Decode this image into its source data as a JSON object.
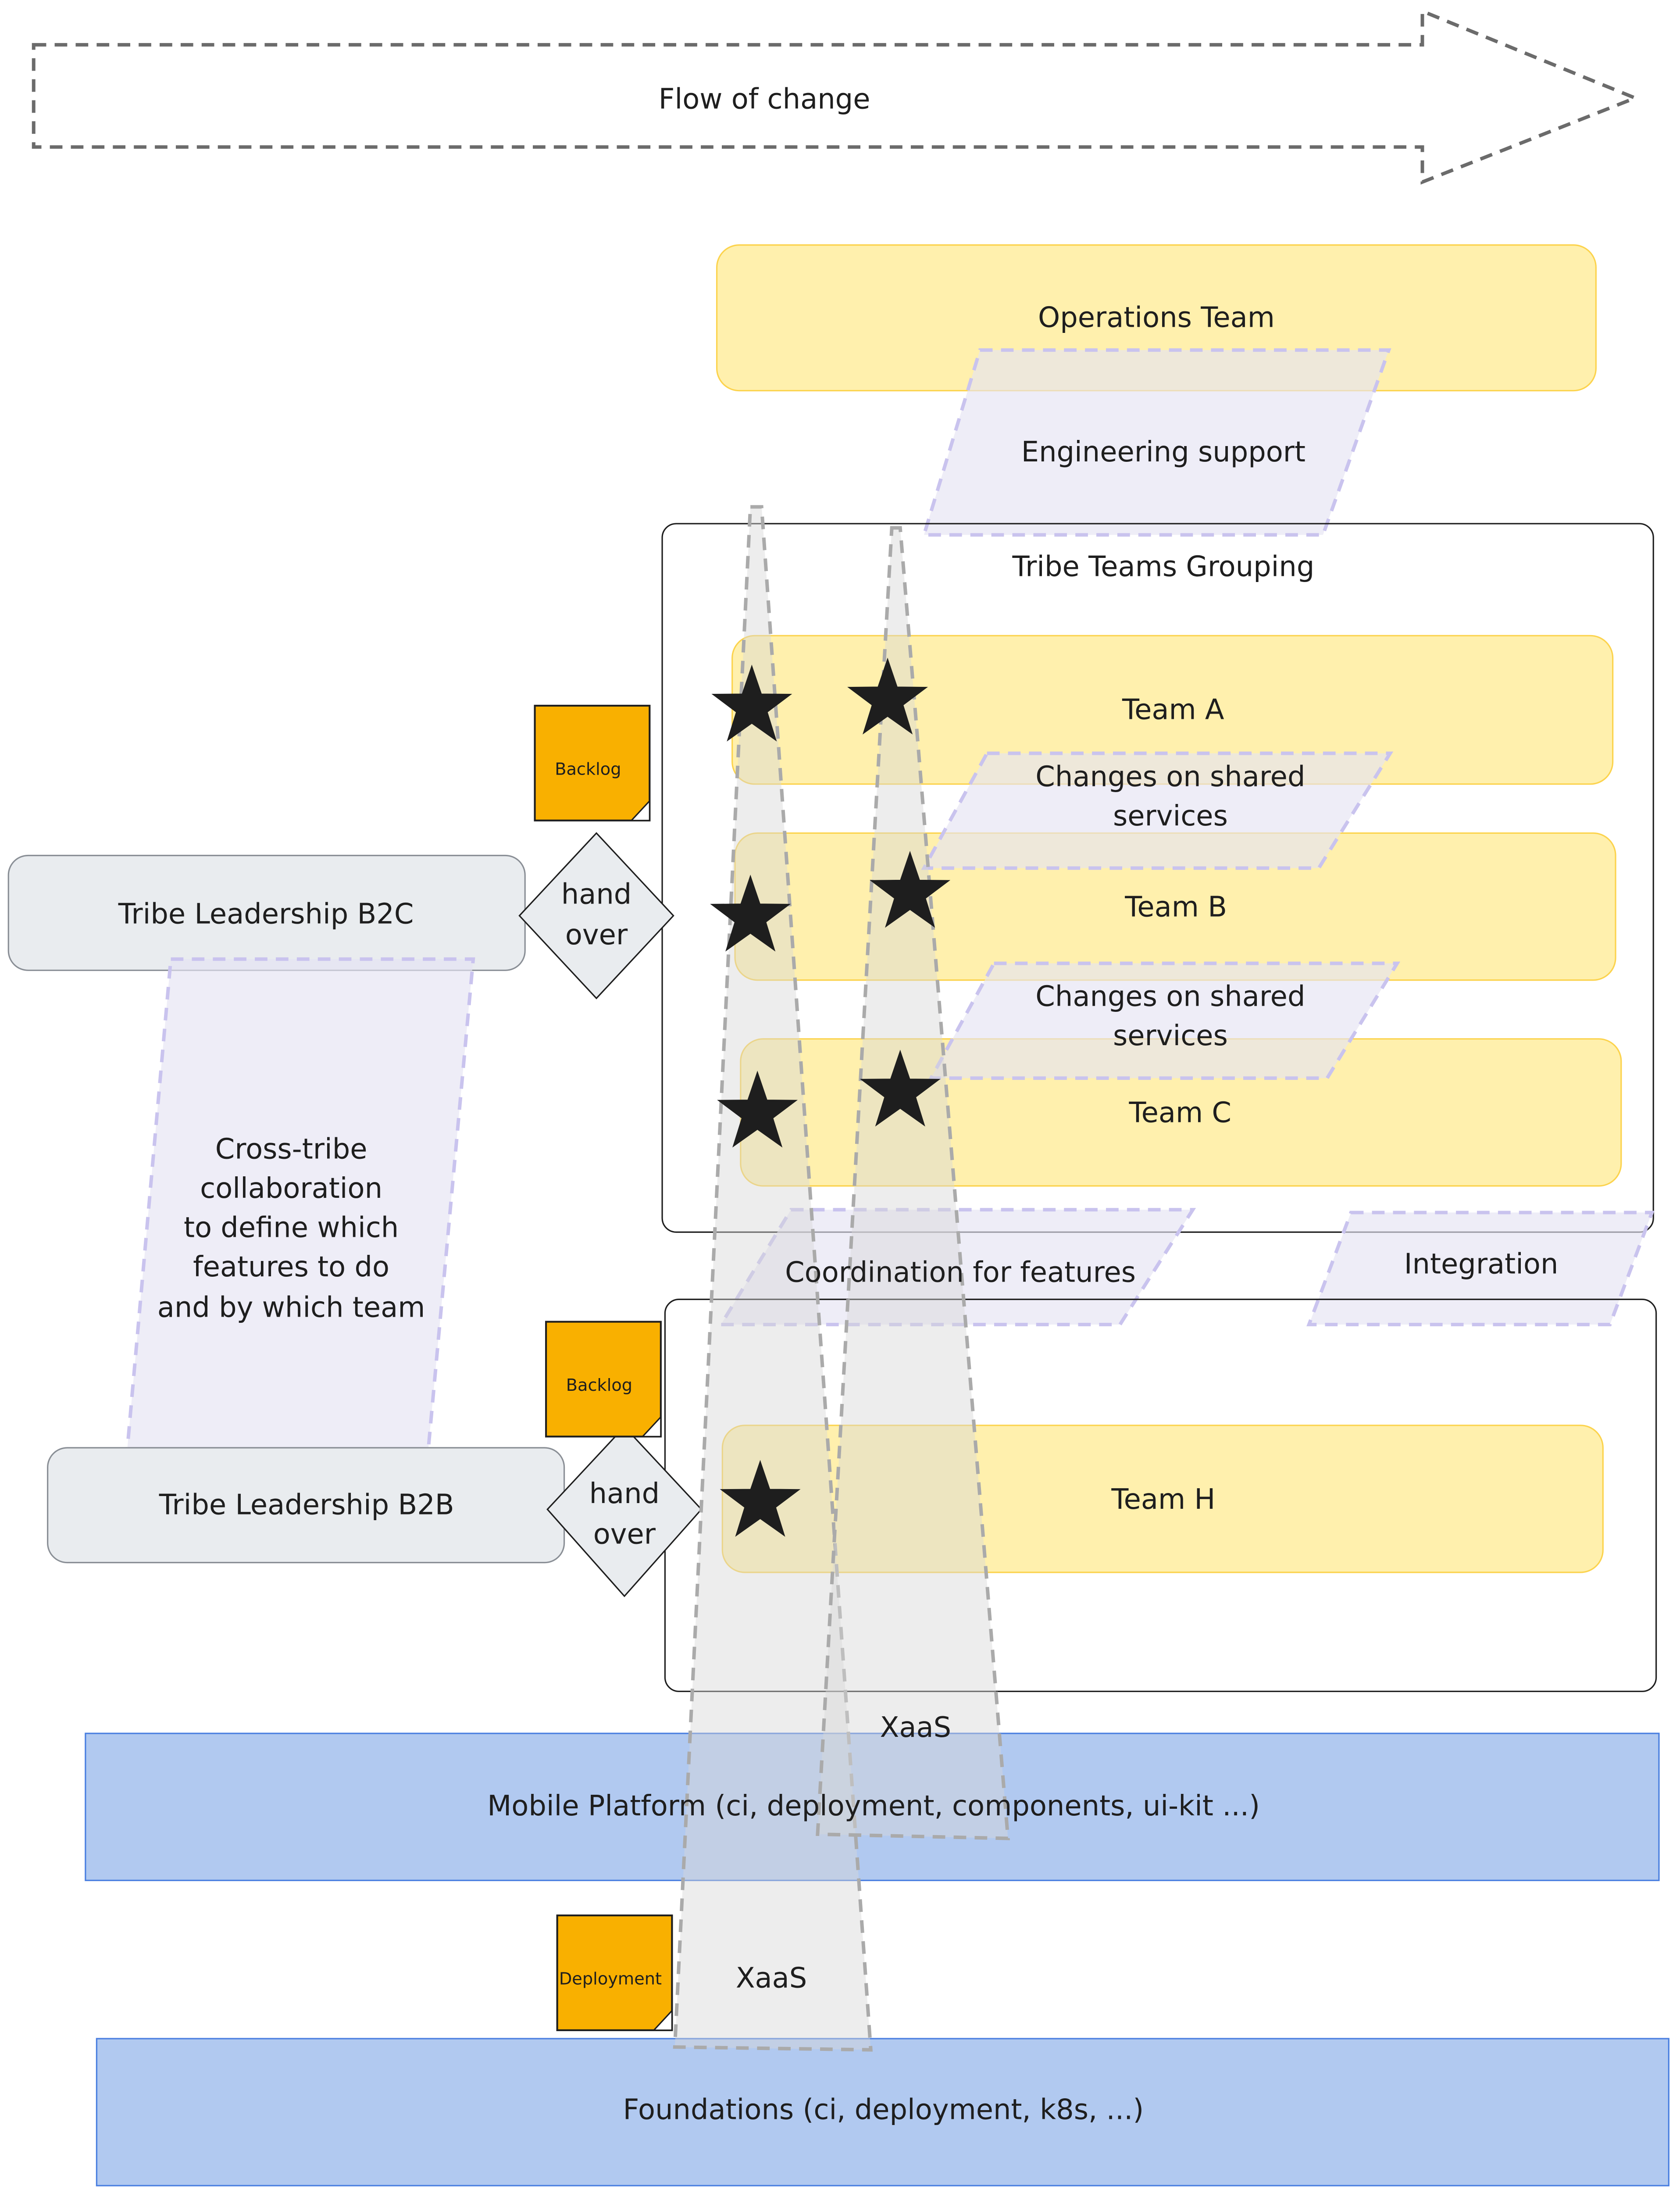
{
  "flow": {
    "label": "Flow of change"
  },
  "operations": {
    "label": "Operations Team"
  },
  "engineering_support": {
    "label": "Engineering support"
  },
  "tribe_grouping": {
    "label": "Tribe Teams Grouping"
  },
  "teams": {
    "a": "Team A",
    "b": "Team B",
    "c": "Team C",
    "h": "Team H"
  },
  "shared_changes": {
    "line1": "Changes on shared",
    "line2": "services"
  },
  "coordination": {
    "label": "Coordination for features"
  },
  "integration": {
    "label": "Integration"
  },
  "leadership": {
    "b2c": "Tribe Leadership B2C",
    "b2b": "Tribe Leadership B2B"
  },
  "handover": {
    "line1": "hand",
    "line2": "over"
  },
  "notes": {
    "backlog": "Backlog",
    "deployment": "Deployment"
  },
  "cross_tribe": {
    "lines": [
      "Cross-tribe",
      "collaboration",
      "to define which",
      "features to do",
      "and by which team"
    ]
  },
  "xaas": {
    "label": "XaaS"
  },
  "mobile_platform": {
    "label": "Mobile Platform (ci, deployment, components, ui-kit ...)"
  },
  "foundations": {
    "label": "Foundations (ci, deployment, k8s, ...)"
  },
  "colors": {
    "team": "#ffec99",
    "platform": "#b1c9f0",
    "note": "#f9b000",
    "leadership": "#e9ecef",
    "parallelogram": "#e5e3f3"
  }
}
